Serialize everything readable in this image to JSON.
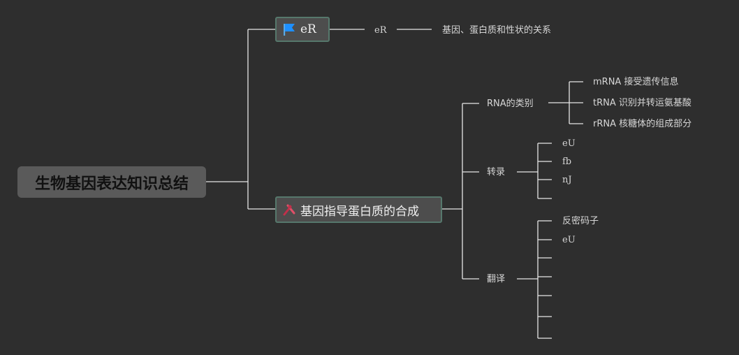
{
  "root": {
    "label": "生物基因表达知识总结"
  },
  "branch1": {
    "label": "eR",
    "icon": "blue-flag-icon",
    "child": {
      "label": "eR",
      "child": {
        "label": "基因、蛋白质和性状的关系"
      }
    }
  },
  "branch2": {
    "label": "基因指导蛋白质的合成",
    "icon": "red-tools-icon",
    "children": [
      {
        "label": "RNA的类别",
        "items": [
          "mRNA 接受遗传信息",
          "tRNA 识别并转运氨基酸",
          "rRNA 核糖体的组成部分"
        ]
      },
      {
        "label": "转录",
        "items": [
          "eU",
          "fb",
          "nJ",
          ""
        ]
      },
      {
        "label": "翻译",
        "items": [
          "反密码子",
          "eU",
          "",
          "",
          "",
          "",
          ""
        ]
      }
    ]
  },
  "colors": {
    "background": "#2e2e2e",
    "line": "#e6e6e6",
    "branch_border": "#56786c",
    "flag": "#1e90ff",
    "tools": "#c0304a"
  }
}
